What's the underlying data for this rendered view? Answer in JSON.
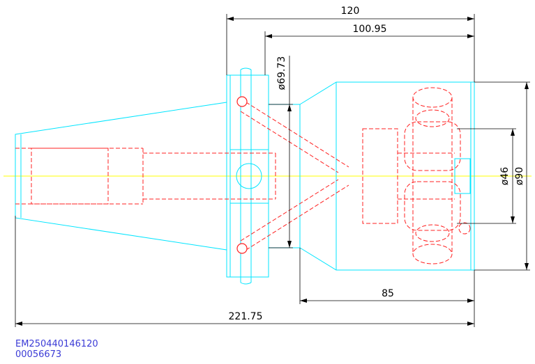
{
  "dimensions": {
    "overall_length": "221.75",
    "flange_to_end": "120",
    "gauge_to_end": "100.95",
    "flange_diameter": "ø69.73",
    "body_length": "85",
    "bore_diameter": "ø46",
    "body_diameter": "ø90"
  },
  "identifiers": {
    "part_number": "EM250440146120",
    "code": "00056673"
  },
  "colors": {
    "outline": "#00e5ff",
    "hidden": "#ff2020",
    "centerline": "#ffff00",
    "dimension": "#000000",
    "id_text": "#3b3bd6"
  }
}
